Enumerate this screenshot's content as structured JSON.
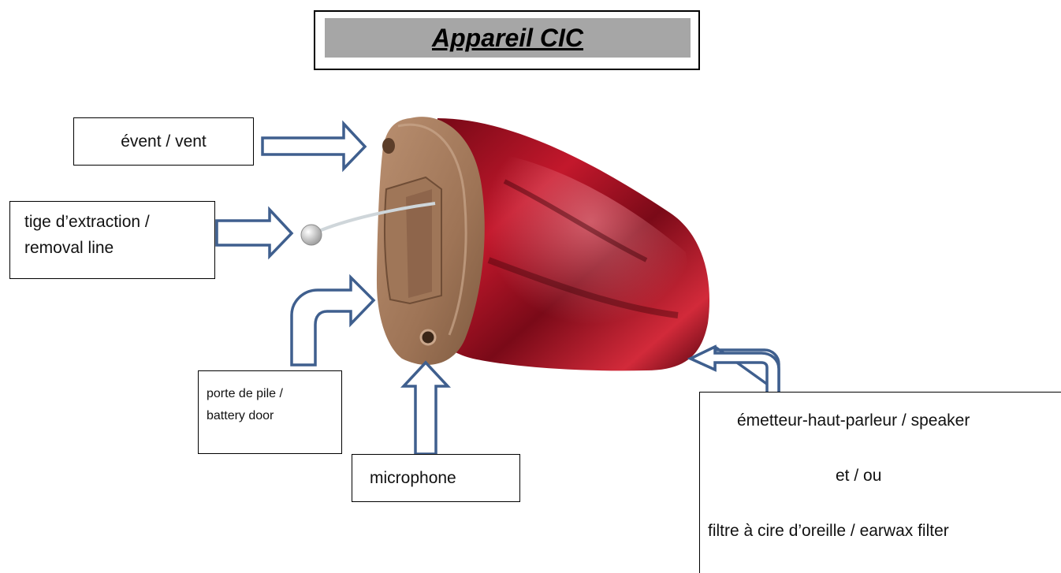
{
  "title": "Appareil CIC",
  "labels": {
    "vent": "évent / vent",
    "removal_line_1": "tige d’extraction /",
    "removal_line_2": "removal line",
    "battery_line_1": "porte de pile /",
    "battery_line_2": "battery door",
    "microphone": "microphone",
    "speaker_line_1": "émetteur-haut-parleur / speaker",
    "speaker_line_2": "et / ou",
    "speaker_line_3": "filtre à cire d’oreille / earwax filter"
  },
  "colors": {
    "arrow_stroke": "#3f5f8e",
    "shell_red": "#9b0f1e",
    "faceplate": "#a47b5c",
    "title_fill": "#a6a6a6"
  }
}
